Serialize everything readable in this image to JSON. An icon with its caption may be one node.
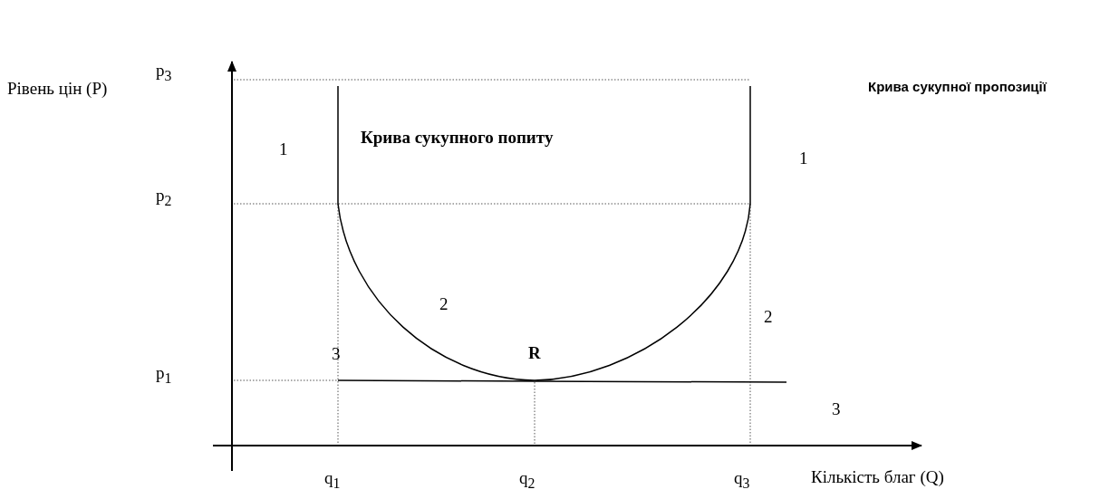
{
  "diagram": {
    "labels": [
      "Рівень цін (P)",
      "p$_{3}$",
      "Крива сукупної пропозиції",
      "Крива сукупного попиту",
      "1",
      "1",
      "p$_{2}$",
      "2",
      "2",
      "3",
      "R",
      "p$_{1}$",
      "3",
      "q$_{1}$",
      "q$_{2}$",
      "q$_{3}$",
      "Кількість благ (Q)"
    ]
  }
}
